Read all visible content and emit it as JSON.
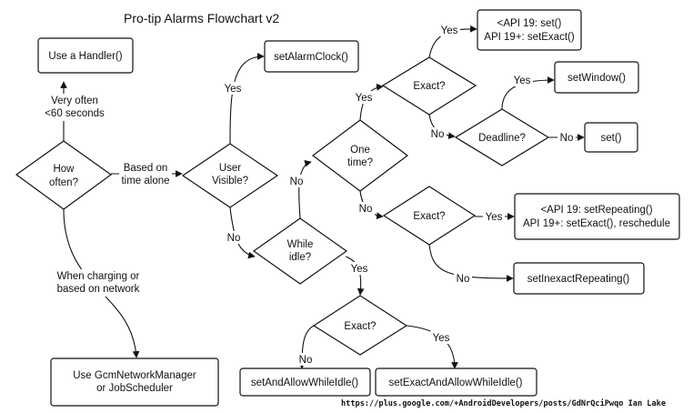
{
  "title": "Pro-tip Alarms Flowchart v2",
  "credit": "https://plus.google.com/+AndroidDevelopers/posts/GdNrQciPwqo Ian Lake",
  "nodes": {
    "how_often": [
      "How",
      "often?"
    ],
    "handler": [
      "Use a Handler()"
    ],
    "gcm": [
      "Use GcmNetworkManager",
      "or JobScheduler"
    ],
    "user_visible": [
      "User",
      "Visible?"
    ],
    "set_alarm_clock": [
      "setAlarmClock()"
    ],
    "while_idle": [
      "While",
      "idle?"
    ],
    "one_time": [
      "One",
      "time?"
    ],
    "exact_one_time": [
      "Exact?"
    ],
    "set_exact_box": [
      "<API 19: set()",
      "API 19+: setExact()"
    ],
    "deadline": [
      "Deadline?"
    ],
    "set_window": [
      "setWindow()"
    ],
    "set_plain": [
      "set()"
    ],
    "exact_repeating": [
      "Exact?"
    ],
    "set_repeating": [
      "<API 19: setRepeating()",
      "API 19+: setExact(), reschedule"
    ],
    "set_inexact_repeating": [
      "setInexactRepeating()"
    ],
    "exact_idle": [
      "Exact?"
    ],
    "set_and_allow": [
      "setAndAllowWhileIdle()"
    ],
    "set_exact_and_allow": [
      "setExactAndAllowWhileIdle()"
    ]
  },
  "edge_labels": {
    "very_often": [
      "Very often",
      "<60 seconds"
    ],
    "based_on_time": [
      "Based on",
      "time alone"
    ],
    "charging": [
      "When charging or",
      "based on network"
    ],
    "visible_yes": [
      "Yes"
    ],
    "visible_no": [
      "No"
    ],
    "idle_no": [
      "No"
    ],
    "idle_yes": [
      "Yes"
    ],
    "onetime_yes": [
      "Yes"
    ],
    "onetime_no": [
      "No"
    ],
    "exact1_yes": [
      "Yes"
    ],
    "exact1_no": [
      "No"
    ],
    "deadline_yes": [
      "Yes"
    ],
    "deadline_no": [
      "No"
    ],
    "exact2_yes": [
      "Yes"
    ],
    "exact2_no": [
      "No"
    ],
    "exact3_no": [
      "No"
    ],
    "exact3_yes": [
      "Yes"
    ]
  }
}
